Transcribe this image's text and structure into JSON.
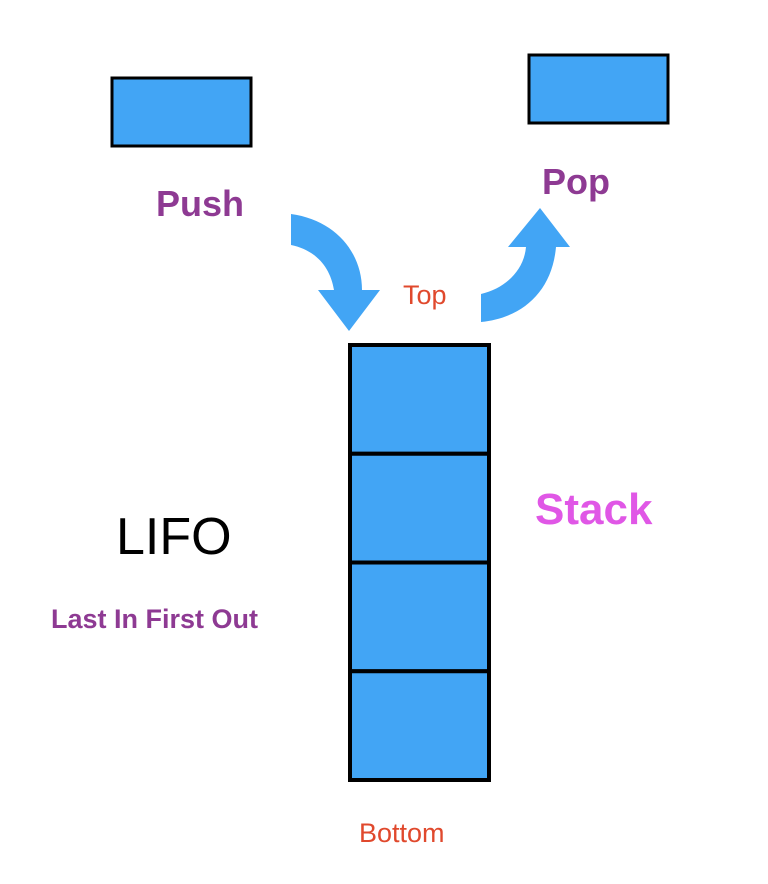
{
  "labels": {
    "push": "Push",
    "pop": "Pop",
    "top": "Top",
    "bottom": "Bottom",
    "stack": "Stack",
    "lifo": "LIFO",
    "lifo_expansion": "Last In First Out"
  },
  "colors": {
    "block_fill": "#42A5F5",
    "block_stroke": "#000000",
    "arrow_fill": "#42A5F5",
    "push_pop_text": "#8E3A93",
    "top_bottom_text": "#E0492D",
    "stack_text": "#E057E6",
    "lifo_text": "#000000",
    "lifo_expansion_text": "#8E3A93"
  },
  "stack": {
    "item_count": 4
  }
}
